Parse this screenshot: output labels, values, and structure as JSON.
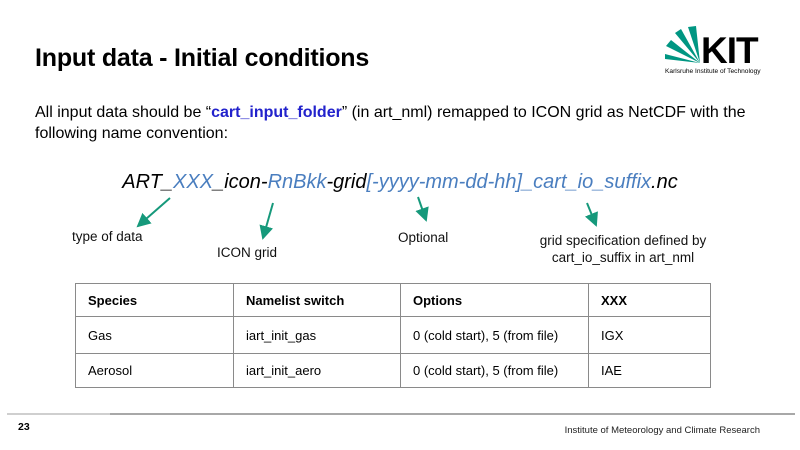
{
  "slide": {
    "title": "Input data - Initial conditions",
    "page_number": "23",
    "footer": "Institute of Meteorology and Climate Research"
  },
  "logo": {
    "text": "KIT",
    "tagline": "Karlsruhe Institute of Technology",
    "brand_color": "#009682"
  },
  "intro": {
    "before": "All input data should be “",
    "highlight": "cart_input_folder",
    "after": "” (in art_nml) remapped to ICON grid as NetCDF with the following name convention:"
  },
  "filename": {
    "seg1": "ART_",
    "seg2": "XXX",
    "seg3": "_icon-",
    "seg4": "RnBkk",
    "seg5": "-grid",
    "seg6": "[-yyyy-mm-dd-hh]_cart_io_suffix",
    "seg7": ".nc"
  },
  "annotations": {
    "type_of_data": "type of data",
    "icon_grid": "ICON grid",
    "optional": "Optional",
    "grid_spec_line1": "grid specification defined by",
    "grid_spec_line2": "cart_io_suffix in art_nml"
  },
  "colors": {
    "arrow": "#16997b",
    "intro_highlight_blue": "#2222cc",
    "filename_blue": "#4a7ebf",
    "kit_green": "#009682"
  },
  "table": {
    "headers": [
      "Species",
      "Namelist switch",
      "Options",
      "XXX"
    ],
    "rows": [
      [
        "Gas",
        "iart_init_gas",
        "0 (cold start), 5 (from file)",
        "IGX"
      ],
      [
        "Aerosol",
        "iart_init_aero",
        "0 (cold start), 5 (from file)",
        "IAE"
      ]
    ]
  }
}
